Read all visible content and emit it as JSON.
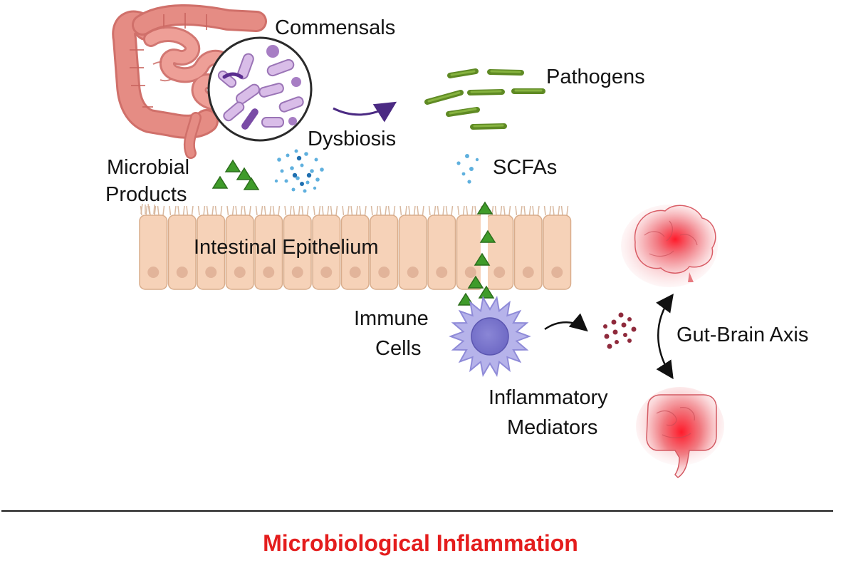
{
  "labels": {
    "commensals": "Commensals",
    "pathogens": "Pathogens",
    "dysbiosis": "Dysbiosis",
    "microbial_products_line1": "Microbial",
    "microbial_products_line2": "Products",
    "scfas": "SCFAs",
    "intestinal_epithelium": "Intestinal Epithelium",
    "immune_cells_line1": "Immune",
    "immune_cells_line2": "Cells",
    "gut_brain_axis": "Gut-Brain Axis",
    "inflammatory_mediators_line1": "Inflammatory",
    "inflammatory_mediators_line2": "Mediators"
  },
  "title": "Microbiological Inflammation",
  "colors": {
    "title": "#e41d1d",
    "intestine": "#e58c84",
    "bacteria": "#c9a6dc",
    "pathogen": "#6f9a2e",
    "triangle": "#3f9b2a",
    "scfa": "#4fa3d9",
    "epithelium": "#f6d2b8",
    "immune_cell": "#b6b3ea",
    "mediator": "#8f2a3c",
    "inflamed": "#e8232d"
  }
}
